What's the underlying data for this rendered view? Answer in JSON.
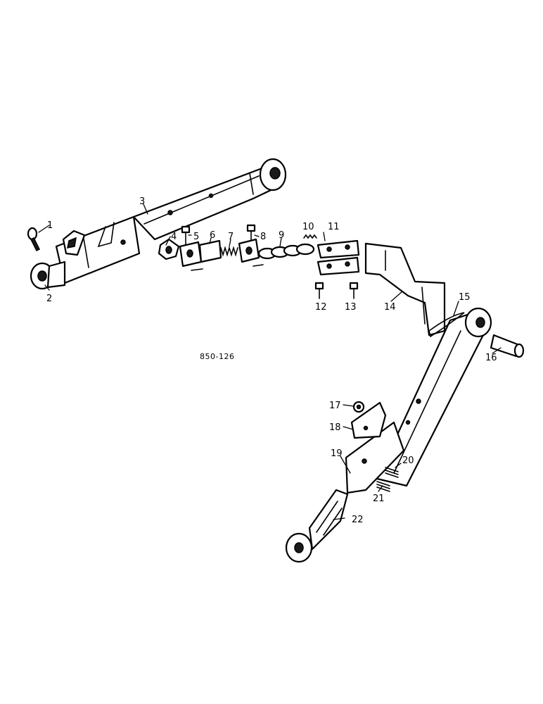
{
  "diagram": {
    "reference_code": "850-126",
    "callouts": {
      "c1": "1",
      "c2": "2",
      "c3": "3",
      "c4": "4",
      "c5": "5",
      "c6": "6",
      "c7": "7",
      "c8": "8",
      "c9": "9",
      "c10": "10",
      "c11": "11",
      "c12": "12",
      "c13": "13",
      "c14": "14",
      "c15": "15",
      "c16": "16",
      "c17": "17",
      "c18": "18",
      "c19": "19",
      "c20": "20",
      "c21": "21",
      "c22": "22"
    }
  }
}
